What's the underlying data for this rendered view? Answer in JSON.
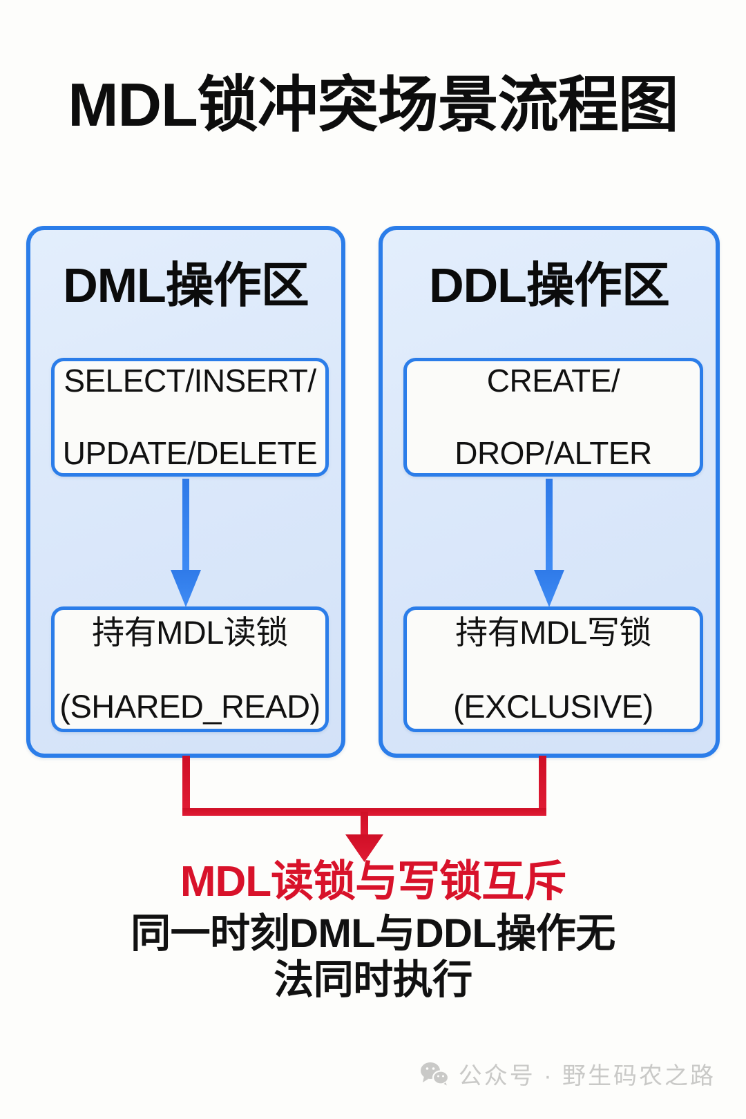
{
  "page": {
    "title": "MDL锁冲突场景流程图",
    "background_color": "#fdfdfb"
  },
  "colors": {
    "blue_border": "#2b7de9",
    "panel_fill": "#dde9fa",
    "red_accent": "#d8122a",
    "text_dark": "#111111",
    "footer_gray": "#c9c9c7"
  },
  "panels": [
    {
      "id": "dml",
      "title": "DML操作区",
      "operation_box": "SELECT/INSERT/UPDATE/DELETE",
      "operation_lines": [
        "SELECT/INSERT/",
        "UPDATE/DELETE"
      ],
      "lock_box": "持有MDL读锁(SHARED_READ)",
      "lock_lines": [
        "持有MDL读锁",
        "(SHARED_READ)"
      ],
      "arrow": "down-arrow-icon"
    },
    {
      "id": "ddl",
      "title": "DDL操作区",
      "operation_box": "CREATE/DROP/ALTER",
      "operation_lines": [
        "CREATE/",
        "DROP/ALTER"
      ],
      "lock_box": "持有MDL写锁(EXCLUSIVE)",
      "lock_lines": [
        "持有MDL写锁",
        "(EXCLUSIVE)"
      ],
      "arrow": "down-arrow-icon"
    }
  ],
  "conclusion": {
    "headline": "MDL读锁与写锁互斥",
    "body_lines": [
      "同一时刻DML与DDL操作无",
      "法同时执行"
    ],
    "body": "同一时刻DML与DDL操作无法同时执行",
    "connector": "red-merge-arrow-icon"
  },
  "footer": {
    "icon": "wechat-icon",
    "text": "公众号 · 野生码农之路"
  },
  "chart_data": {
    "type": "diagram",
    "title": "MDL锁冲突场景流程图",
    "nodes": [
      {
        "id": "dml-zone",
        "label": "DML操作区",
        "kind": "container"
      },
      {
        "id": "dml-ops",
        "label": "SELECT/INSERT/UPDATE/DELETE",
        "kind": "box",
        "parent": "dml-zone"
      },
      {
        "id": "dml-lock",
        "label": "持有MDL读锁(SHARED_READ)",
        "kind": "box",
        "parent": "dml-zone"
      },
      {
        "id": "ddl-zone",
        "label": "DDL操作区",
        "kind": "container"
      },
      {
        "id": "ddl-ops",
        "label": "CREATE/DROP/ALTER",
        "kind": "box",
        "parent": "ddl-zone"
      },
      {
        "id": "ddl-lock",
        "label": "持有MDL写锁(EXCLUSIVE)",
        "kind": "box",
        "parent": "ddl-zone"
      },
      {
        "id": "conflict",
        "label": "MDL读锁与写锁互斥",
        "kind": "text"
      }
    ],
    "edges": [
      {
        "from": "dml-ops",
        "to": "dml-lock",
        "color": "#2b7de9",
        "style": "arrow"
      },
      {
        "from": "ddl-ops",
        "to": "ddl-lock",
        "color": "#2b7de9",
        "style": "arrow"
      },
      {
        "from": "dml-zone",
        "to": "conflict",
        "color": "#d8122a",
        "style": "elbow-arrow"
      },
      {
        "from": "ddl-zone",
        "to": "conflict",
        "color": "#d8122a",
        "style": "elbow-arrow"
      }
    ]
  }
}
